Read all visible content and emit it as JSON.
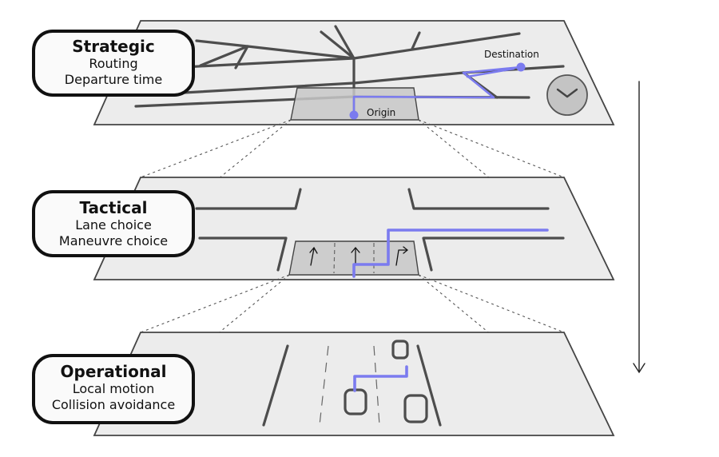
{
  "layers": {
    "strategic": {
      "title": "Strategic",
      "lines": [
        "Routing",
        "Departure time"
      ]
    },
    "tactical": {
      "title": "Tactical",
      "lines": [
        "Lane choice",
        "Maneuvre choice"
      ]
    },
    "operational": {
      "title": "Operational",
      "lines": [
        "Local motion",
        "Collision avoidance"
      ]
    }
  },
  "map_labels": {
    "destination": "Destination",
    "origin": "Origin"
  },
  "colors": {
    "route": "#7b7bef",
    "road": "#4d4d4d",
    "plane": "#ececec",
    "zoom": "#c8c8c8"
  },
  "icons": [
    "clock-icon",
    "straight-arrow-icon",
    "right-turn-arrow-icon",
    "down-arrow-icon"
  ]
}
